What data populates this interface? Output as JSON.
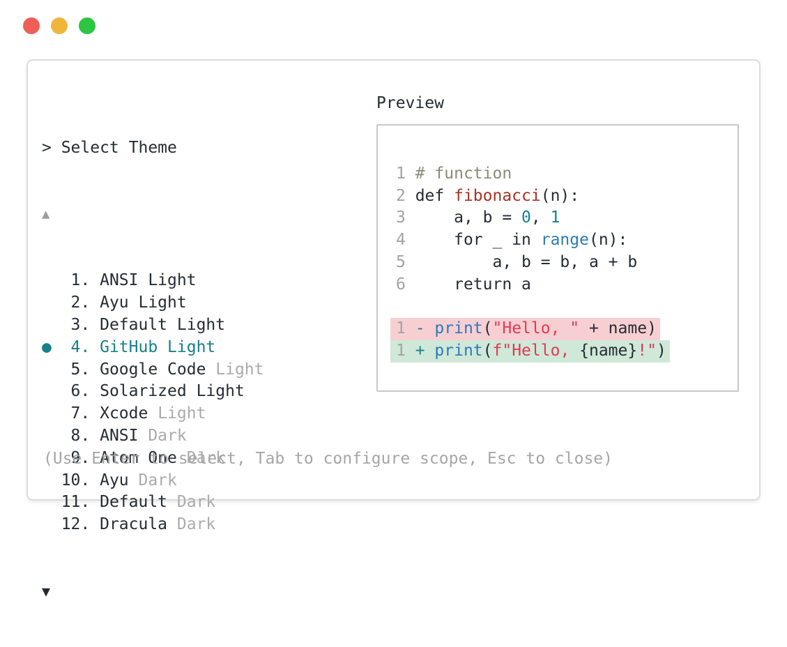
{
  "window": {
    "traffic_lights": [
      {
        "id": "close",
        "color": "#EF5F58"
      },
      {
        "id": "minimize",
        "color": "#F0B63C"
      },
      {
        "id": "zoom",
        "color": "#2DC643"
      }
    ]
  },
  "picker": {
    "prompt": "> Select Theme",
    "scroll_up_icon": "▲",
    "scroll_down_icon": "▼",
    "selected_icon": "●",
    "items": [
      {
        "number": " 1.",
        "name": "ANSI Light",
        "variant": "",
        "selected": false
      },
      {
        "number": " 2.",
        "name": "Ayu Light",
        "variant": "",
        "selected": false
      },
      {
        "number": " 3.",
        "name": "Default Light",
        "variant": "",
        "selected": false
      },
      {
        "number": " 4.",
        "name": "GitHub Light",
        "variant": "",
        "selected": true
      },
      {
        "number": " 5.",
        "name": "Google Code",
        "variant": "Light",
        "selected": false
      },
      {
        "number": " 6.",
        "name": "Solarized Light",
        "variant": "",
        "selected": false
      },
      {
        "number": " 7.",
        "name": "Xcode",
        "variant": "Light",
        "selected": false
      },
      {
        "number": " 8.",
        "name": "ANSI",
        "variant": "Dark",
        "selected": false
      },
      {
        "number": " 9.",
        "name": "Atom One",
        "variant": "Dark",
        "selected": false
      },
      {
        "number": "10.",
        "name": "Ayu",
        "variant": "Dark",
        "selected": false
      },
      {
        "number": "11.",
        "name": "Default",
        "variant": "Dark",
        "selected": false
      },
      {
        "number": "12.",
        "name": "Dracula",
        "variant": "Dark",
        "selected": false
      }
    ],
    "help": "(Use Enter to select, Tab to configure scope, Esc to close)"
  },
  "preview": {
    "title": "Preview",
    "code_lines": [
      {
        "tokens": [
          {
            "t": "1 ",
            "c": "lineno"
          },
          {
            "t": "# function",
            "c": "comment"
          }
        ]
      },
      {
        "tokens": [
          {
            "t": "2 ",
            "c": "lineno"
          },
          {
            "t": "def ",
            "c": "plain"
          },
          {
            "t": "fibonacci",
            "c": "func"
          },
          {
            "t": "(n):",
            "c": "plain"
          }
        ]
      },
      {
        "tokens": [
          {
            "t": "3 ",
            "c": "lineno"
          },
          {
            "t": "    a, b = ",
            "c": "plain"
          },
          {
            "t": "0",
            "c": "num"
          },
          {
            "t": ", ",
            "c": "plain"
          },
          {
            "t": "1",
            "c": "num"
          }
        ]
      },
      {
        "tokens": [
          {
            "t": "4 ",
            "c": "lineno"
          },
          {
            "t": "    for _ in ",
            "c": "plain"
          },
          {
            "t": "range",
            "c": "builtin"
          },
          {
            "t": "(n):",
            "c": "plain"
          }
        ]
      },
      {
        "tokens": [
          {
            "t": "5 ",
            "c": "lineno"
          },
          {
            "t": "        a, b = b, a + b",
            "c": "plain"
          }
        ]
      },
      {
        "tokens": [
          {
            "t": "6 ",
            "c": "lineno"
          },
          {
            "t": "    return a",
            "c": "plain"
          }
        ]
      }
    ],
    "diff_lines": [
      {
        "bg": "removed",
        "tokens": [
          {
            "t": "1 ",
            "c": "lineno"
          },
          {
            "t": "- ",
            "c": "accent"
          },
          {
            "t": "print",
            "c": "builtin"
          },
          {
            "t": "(",
            "c": "plain"
          },
          {
            "t": "\"Hello, \"",
            "c": "string"
          },
          {
            "t": " + name)",
            "c": "plain"
          }
        ]
      },
      {
        "bg": "added",
        "tokens": [
          {
            "t": "1 ",
            "c": "lineno"
          },
          {
            "t": "+ ",
            "c": "accent"
          },
          {
            "t": "print",
            "c": "builtin"
          },
          {
            "t": "(",
            "c": "plain"
          },
          {
            "t": "f\"Hello, ",
            "c": "string"
          },
          {
            "t": "{name}",
            "c": "plain"
          },
          {
            "t": "!\"",
            "c": "string"
          },
          {
            "t": ")",
            "c": "plain"
          }
        ]
      }
    ]
  },
  "colors": {
    "accent": "#17808A",
    "text": "#262C33",
    "muted": "#ABABAB",
    "line_number": "#A3A3A3",
    "comment": "#878E74",
    "function_name": "#A93226",
    "builtin": "#2B7BB9",
    "number_literal": "#17808A",
    "string": "#E13A55",
    "diff_removed_bg": "#F7CFD3",
    "diff_added_bg": "#CFE8D8",
    "traffic_close": "#EF5F58",
    "traffic_minimize": "#F0B63C",
    "traffic_zoom": "#2DC643"
  }
}
